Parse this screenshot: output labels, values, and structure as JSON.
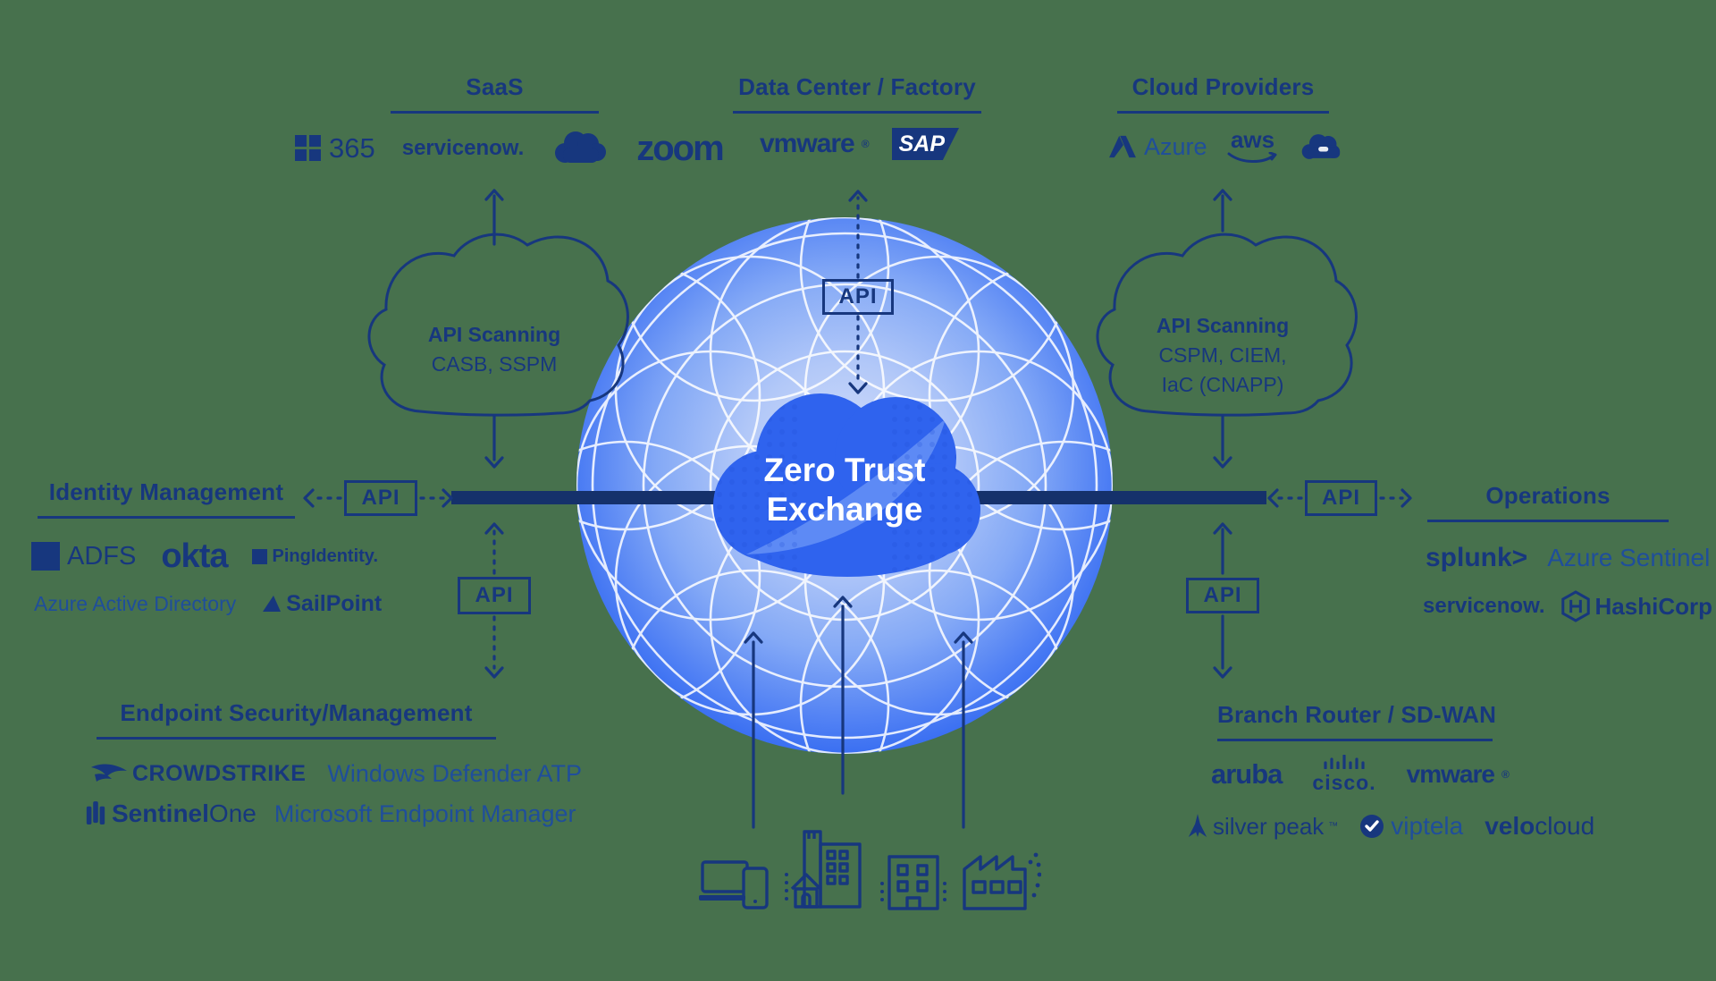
{
  "colors": {
    "background": "#47714D",
    "navy": "#17377E",
    "logo_blue": "#1F4E9B",
    "bar": "#15316B",
    "sphere_edge": "#3A6FF2",
    "sphere_center": "#D3DEFB",
    "cloud_fill": "#2F63EE",
    "swoosh": "#6E97F7",
    "text_on_cloud": "#FFFFFF"
  },
  "api_label": "API",
  "center": {
    "line1": "Zero Trust",
    "line2": "Exchange"
  },
  "clouds": {
    "left": {
      "title": "API Scanning",
      "line2": "CASB, SSPM"
    },
    "right": {
      "title": "API Scanning",
      "line2": "CSPM, CIEM,",
      "line3": "IaC (CNAPP)"
    }
  },
  "sections": {
    "saas": {
      "title": "SaaS",
      "logos": [
        {
          "name": "microsoft-365",
          "label": "365"
        },
        {
          "name": "servicenow",
          "label": "servicenow."
        },
        {
          "name": "salesforce",
          "label": ""
        },
        {
          "name": "zoom",
          "label": "zoom"
        }
      ]
    },
    "data_center": {
      "title": "Data Center / Factory",
      "logos": [
        {
          "name": "vmware",
          "label": "vmware",
          "reg": "®"
        },
        {
          "name": "sap",
          "label": "SAP"
        }
      ]
    },
    "cloud_providers": {
      "title": "Cloud Providers",
      "logos": [
        {
          "name": "azure",
          "label": "Azure"
        },
        {
          "name": "aws",
          "label": "aws"
        },
        {
          "name": "google-cloud",
          "label": ""
        }
      ]
    },
    "identity": {
      "title": "Identity Management",
      "row1": [
        {
          "name": "adfs",
          "label": "ADFS"
        },
        {
          "name": "okta",
          "label": "okta"
        },
        {
          "name": "pingidentity",
          "label": "PingIdentity."
        }
      ],
      "row2": [
        {
          "name": "azure-active-directory",
          "label": "Azure Active Directory"
        },
        {
          "name": "sailpoint",
          "label": "SailPoint"
        }
      ]
    },
    "operations": {
      "title": "Operations",
      "row1": [
        {
          "name": "splunk",
          "label": "splunk>"
        },
        {
          "name": "azure-sentinel",
          "label": "Azure Sentinel"
        }
      ],
      "row2": [
        {
          "name": "servicenow",
          "label": "servicenow."
        },
        {
          "name": "hashicorp",
          "label": "HashiCorp"
        }
      ]
    },
    "endpoint": {
      "title": "Endpoint Security/Management",
      "row1": [
        {
          "name": "crowdstrike",
          "label": "CROWDSTRIKE"
        },
        {
          "name": "windows-defender-atp",
          "label": "Windows Defender ATP"
        }
      ],
      "row2": [
        {
          "name": "sentinelone",
          "label": "Sentinel",
          "label2": "One"
        },
        {
          "name": "microsoft-endpoint-manager",
          "label": "Microsoft Endpoint Manager"
        }
      ]
    },
    "branch": {
      "title": "Branch Router / SD-WAN",
      "row1": [
        {
          "name": "aruba",
          "label": "aruba"
        },
        {
          "name": "cisco",
          "label": "cisco."
        },
        {
          "name": "vmware",
          "label": "vmware",
          "reg": "®"
        }
      ],
      "row2": [
        {
          "name": "silver-peak",
          "label": "silver peak",
          "tm": "™"
        },
        {
          "name": "viptela",
          "label": "viptela"
        },
        {
          "name": "velocloud",
          "label": "velo",
          "label2": "cloud"
        }
      ]
    }
  }
}
